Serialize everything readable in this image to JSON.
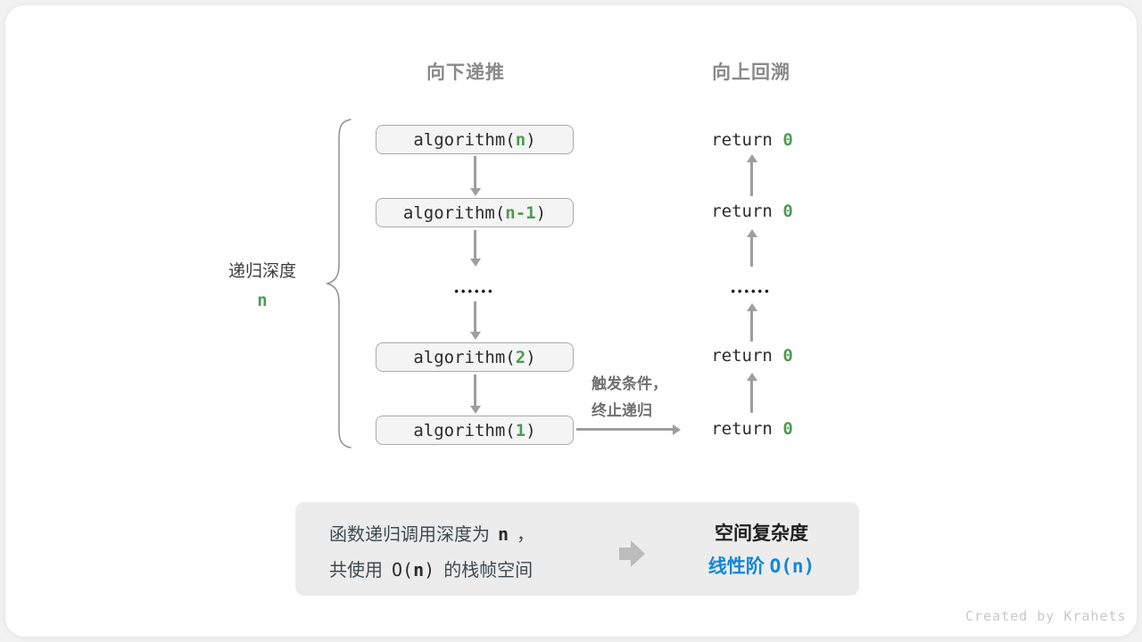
{
  "colors": {
    "accent_green": "#4c9b52",
    "accent_blue": "#1287d8",
    "arrow_gray": "#9e9e9e",
    "box_fill": "#f4f4f4",
    "box_border": "#aaaaaa",
    "summary_fill": "#ececec"
  },
  "headers": {
    "down": "向下递推",
    "up": "向上回溯"
  },
  "depth_label": {
    "text": "递归深度",
    "value": "n"
  },
  "calls": [
    {
      "prefix": "algorithm(",
      "arg": "n",
      "suffix": ")"
    },
    {
      "prefix": "algorithm(",
      "arg": "n-1",
      "suffix": ")"
    },
    {
      "prefix": "algorithm(",
      "arg": "2",
      "suffix": ")"
    },
    {
      "prefix": "algorithm(",
      "arg": "1",
      "suffix": ")"
    }
  ],
  "returns": [
    {
      "keyword": "return",
      "value": "0"
    },
    {
      "keyword": "return",
      "value": "0"
    },
    {
      "keyword": "return",
      "value": "0"
    },
    {
      "keyword": "return",
      "value": "0"
    }
  ],
  "ellipsis": "••••••",
  "trigger": {
    "line1": "触发条件，",
    "line2": "终止递归"
  },
  "summary": {
    "left_line1_pre": "函数递归调用深度为",
    "left_line1_arg": "n",
    "left_line1_post": "，",
    "left_line2_pre": "共使用",
    "left_line2_o_open": "O(",
    "left_line2_arg": "n",
    "left_line2_o_close": ")",
    "left_line2_post": "的栈帧空间",
    "right_title": "空间复杂度",
    "right_result_cn": "线性阶",
    "right_result_formula": "O(n)"
  },
  "credit": "Created by Krahets"
}
